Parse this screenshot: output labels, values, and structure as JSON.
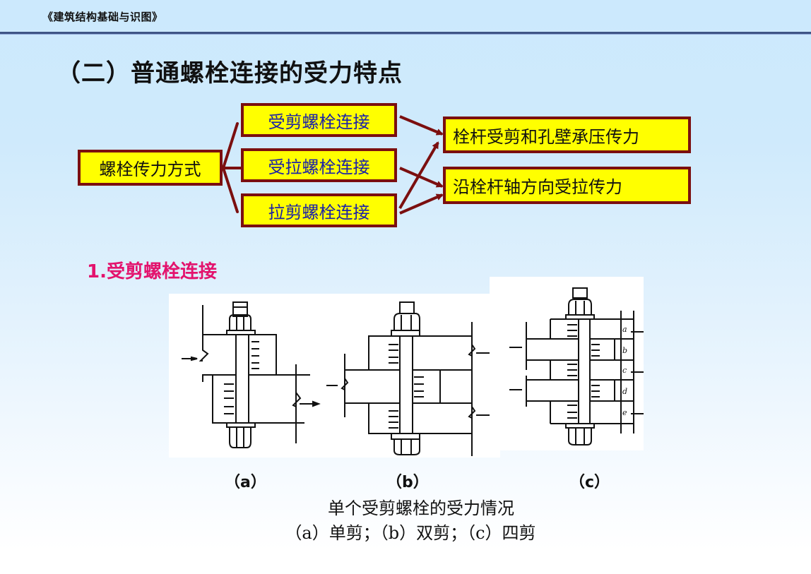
{
  "header": {
    "course_title": "《建筑结构基础与识图》"
  },
  "page_title": "（二）普通螺栓连接的受力特点",
  "colors": {
    "box_fill": "#ffff00",
    "box_border": "#7b0f0f",
    "box_text_blue": "#1a20a8",
    "section_heading": "#e3136d",
    "header_rule": "#3f5585"
  },
  "diagram": {
    "root": "螺栓传力方式",
    "connection_types": [
      {
        "label": "受剪螺栓连接"
      },
      {
        "label": "受拉螺栓连接"
      },
      {
        "label": "拉剪螺栓连接"
      }
    ],
    "force_paths": [
      {
        "label": "栓杆受剪和孔壁承压传力"
      },
      {
        "label": "沿栓杆轴方向受拉传力"
      }
    ],
    "arrows": [
      {
        "from": "受剪螺栓连接",
        "to": "栓杆受剪和孔壁承压传力"
      },
      {
        "from": "受拉螺栓连接",
        "to": "沿栓杆轴方向受拉传力"
      },
      {
        "from": "拉剪螺栓连接",
        "to": "栓杆受剪和孔壁承压传力"
      },
      {
        "from": "拉剪螺栓连接",
        "to": "沿栓杆轴方向受拉传力"
      }
    ]
  },
  "section": {
    "heading": "1.受剪螺栓连接"
  },
  "figures": {
    "labels": [
      "（a）",
      "（b）",
      "（c）"
    ],
    "plate_marks_c": [
      "a",
      "b",
      "c",
      "d",
      "e"
    ],
    "caption_line1": "单个受剪螺栓的受力情况",
    "caption_line2": "（a）单剪；（b）双剪；（c）四剪"
  }
}
